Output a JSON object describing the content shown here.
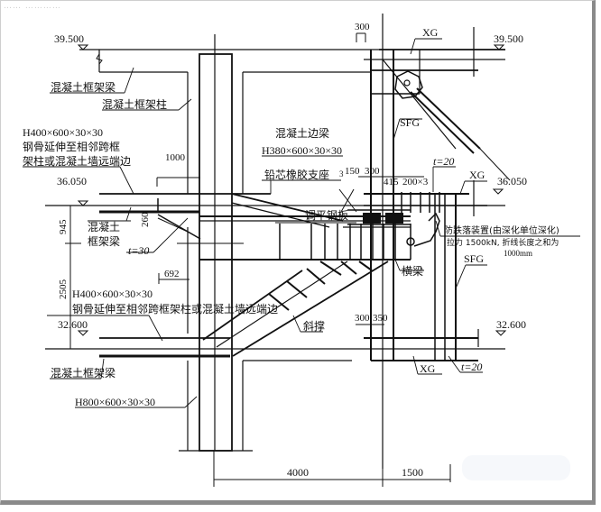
{
  "drawing": {
    "header_text": "…… …………",
    "elevations": {
      "top_left": "39.500",
      "top_right": "39.500",
      "mid_left": "36.050",
      "mid_right": "36.050",
      "low_left": "32.600",
      "low_right": "32.600"
    },
    "labels": {
      "concrete_frame_beam_top": "混凝土框架梁",
      "concrete_frame_column": "混凝土框架柱",
      "steel_h400_top_1": "H400×600×30×30",
      "steel_h400_top_2": "钢骨延伸至相邻跨框",
      "steel_h400_top_3": "架柱或混凝土墙远端边",
      "concrete_edge_beam": "混凝土边梁",
      "h380": "H380×600×30×30",
      "lead_rubber_bearing": "铅芯橡胶支座",
      "leveling_plate": "调平钢板",
      "concrete_frame_beam_mid_1": "混凝土",
      "concrete_frame_beam_mid_2": "框架梁",
      "t30": "t=30",
      "steel_h400_low_1": "H400×600×30×30",
      "steel_h400_low_2": "钢骨延伸至相邻跨框架柱或混凝土墙远端边",
      "diagonal_brace": "斜撑",
      "concrete_frame_beam_low": "混凝土框架梁",
      "h800": "H800×600×30×30",
      "xg_top": "XG",
      "xg_mid": "XG",
      "xg_low": "XG",
      "sfg_top": "SFG",
      "sfg_mid": "SFG",
      "t20_top": "t=20",
      "t20_low": "t=20",
      "transverse_beam": "横梁",
      "anti_fall_1": "防跌落装置(由深化单位深化)",
      "anti_fall_2": "拉力 1500kN, 折线长度之和为",
      "anti_fall_3": "1000mm"
    },
    "dimensions": {
      "d300_top": "300",
      "d1000": "1000",
      "d150": "150",
      "d300_b": "300",
      "d3": "3",
      "d415": "415",
      "d200x3": "200×3",
      "d945": "945",
      "d260": "260",
      "d692": "692",
      "d2505": "2505",
      "d300_low": "300",
      "d350_low": "350",
      "d4000": "4000",
      "d1500": "1500"
    }
  }
}
